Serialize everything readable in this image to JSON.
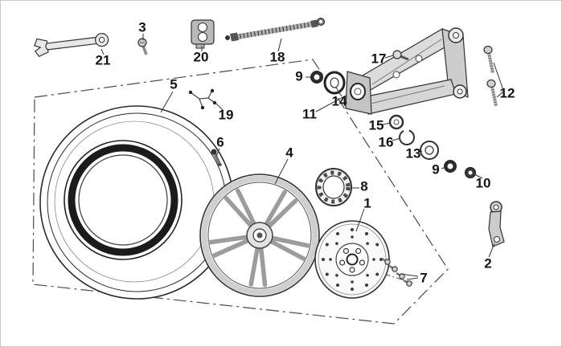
{
  "diagram": {
    "kind": "exploded-parts-diagram",
    "ink_color": "#2a2a2a",
    "metal_gray": "#d6d6d6",
    "background": "#ffffff"
  },
  "labels": {
    "p1": "1",
    "p2": "2",
    "p3": "3",
    "p4": "4",
    "p5": "5",
    "p6": "6",
    "p7": "7",
    "p8": "8",
    "p9_left": "9",
    "p9_right": "9",
    "p10": "10",
    "p11": "11",
    "p12": "12",
    "p13": "13",
    "p14": "14",
    "p15": "15",
    "p16": "16",
    "p17": "17",
    "p18": "18",
    "p19": "19",
    "p20": "20",
    "p21": "21"
  }
}
